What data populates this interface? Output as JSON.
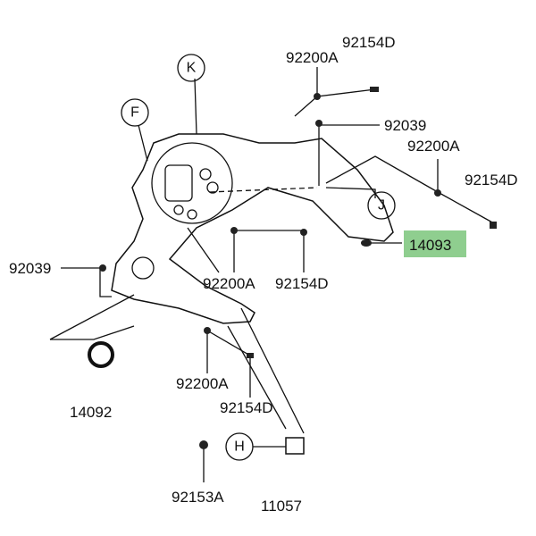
{
  "labels": {
    "top_92154D": "92154D",
    "top_92200A": "92200A",
    "upper_92039": "92039",
    "right_92200A": "92200A",
    "right_92154D": "92154D",
    "highlight_14093": "14093",
    "left_92039": "92039",
    "mid_92200A": "92200A",
    "mid_92154D": "92154D",
    "grommet_14092": "14092",
    "low_92200A": "92200A",
    "low_92154D": "92154D",
    "bottom_92153A": "92153A",
    "bottom_11057": "11057"
  },
  "refs": {
    "K": "K",
    "F": "F",
    "J": "J",
    "H": "H"
  },
  "colors": {
    "highlight": "#8fce8f"
  }
}
